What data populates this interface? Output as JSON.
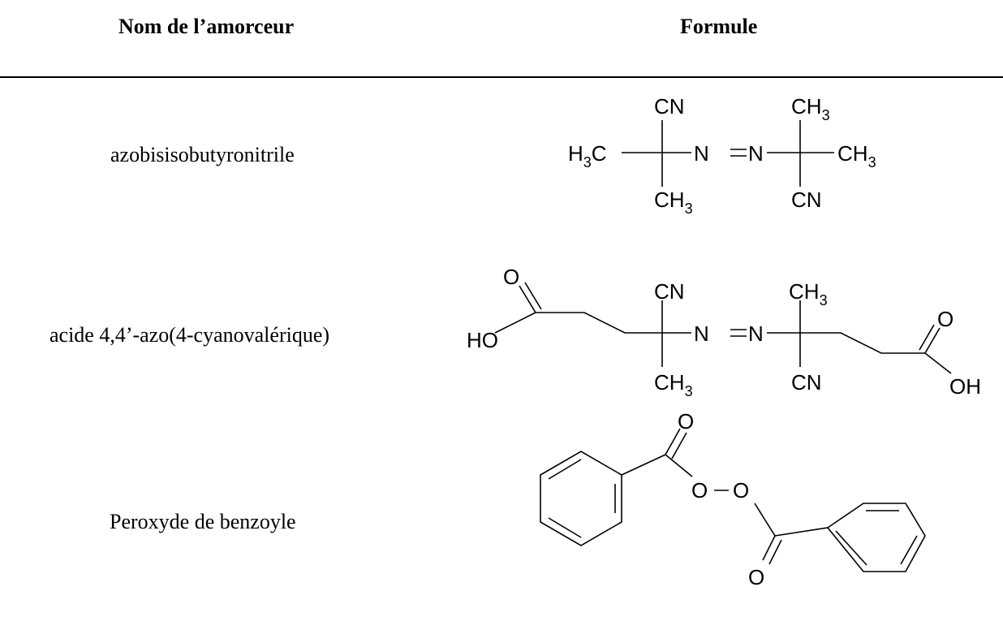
{
  "table": {
    "headers": {
      "name": "Nom de l’amorceur",
      "formula": "Formule"
    },
    "rows": [
      {
        "name": "azobisisobutyronitrile"
      },
      {
        "name": "acide 4,4’-azo(4-cyanovalérique)"
      },
      {
        "name": "Peroxyde de benzoyle"
      }
    ]
  },
  "atoms": {
    "cn": "CN",
    "ch": "CH",
    "h": "H",
    "c": "C",
    "three": "3",
    "n": "N",
    "o": "O",
    "ho": "HO",
    "oh": "OH"
  }
}
